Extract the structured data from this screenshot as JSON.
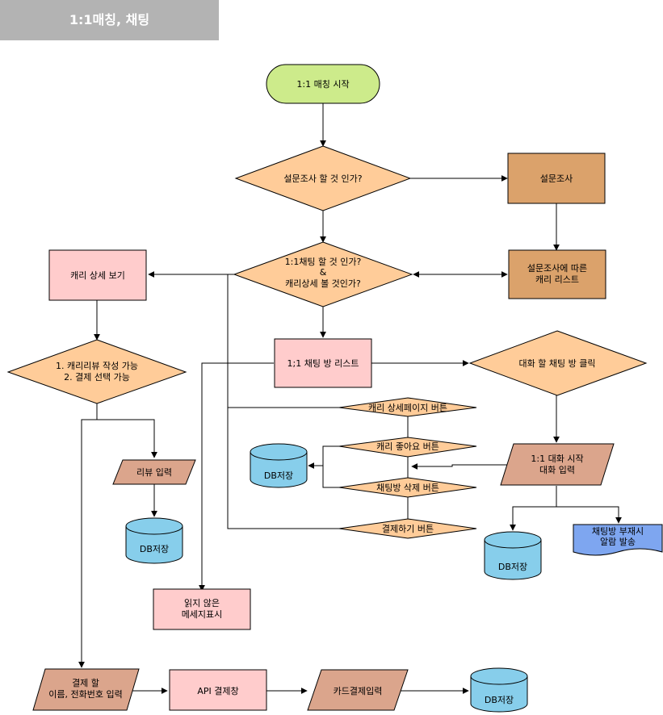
{
  "header": {
    "title": "1:1매칭, 채팅"
  },
  "nodes": {
    "start": {
      "label": "1:1 매칭 시작"
    },
    "survey_q": {
      "label": "설문조사 할 것 인가?"
    },
    "survey": {
      "label": "설문조사"
    },
    "chat_q": {
      "line1": "1:1채팅 할 것 인가?",
      "line2": "&",
      "line3": "캐리상세 볼 것인가?"
    },
    "survey_list": {
      "line1": "설문조사에 따른",
      "line2": "캐리 리스트"
    },
    "carry_detail": {
      "label": "캐리 상세 보기"
    },
    "review_q": {
      "line1": "1. 캐리리뷰 작성 가능",
      "line2": "2. 결제 선택 가능"
    },
    "review_input": {
      "label": "리뷰 입력"
    },
    "db_review": {
      "label": "DB저장"
    },
    "chat_list": {
      "label": "1;1 채팅 방 리스트"
    },
    "chat_click": {
      "label": "대화 할 채팅 방 클릭"
    },
    "btn_carry_page": {
      "label": "캐리 상세페이지 버튼"
    },
    "btn_like": {
      "label": "캐리 좋아요 버튼"
    },
    "btn_delete": {
      "label": "채팅방 삭제 버튼"
    },
    "btn_pay": {
      "label": "결제하기 버튼"
    },
    "db_like": {
      "label": "DB저장"
    },
    "chat_start": {
      "line1": "1:1 대화 시작",
      "line2": "대화 입력"
    },
    "db_chat": {
      "label": "DB저장"
    },
    "alarm": {
      "line1": "채팅방 부재시",
      "line2": "알람 발송"
    },
    "unread": {
      "line1": "읽지 않은",
      "line2": "메세지표시"
    },
    "pay_input": {
      "line1": "결제 할",
      "line2": "이름, 전화번호 입력"
    },
    "api_pay": {
      "label": "API 결제창"
    },
    "card_input": {
      "label": "카드결제입력"
    },
    "db_card": {
      "label": "DB저장"
    }
  },
  "colors": {
    "start": "#cdeb8b",
    "decision": "#ffcc99",
    "survey": "#dba26b",
    "process_pink": "#ffcccc",
    "io_brown": "#dba58c",
    "db": "#87ceeb",
    "document": "#7ea6f0",
    "header": "#b3b3b3"
  }
}
